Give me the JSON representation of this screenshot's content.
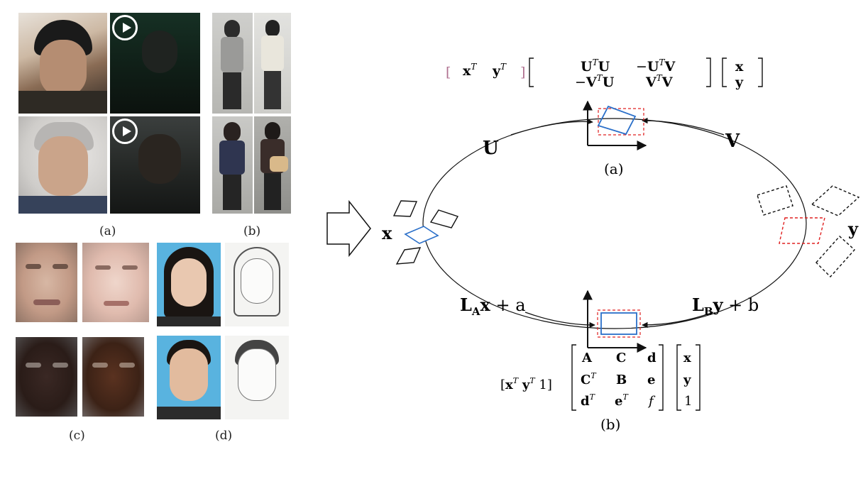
{
  "panels": {
    "a_caption": "(a)",
    "b_caption": "(b)",
    "c_caption": "(c)",
    "d_caption": "(d)"
  },
  "diagram": {
    "top_formula": {
      "vec_left": "[ x^T  y^T ]",
      "m11": "U^T U",
      "m12": "−U^T V",
      "m21": "−V^T U",
      "m22": "V^T V",
      "vec_right_1": "x",
      "vec_right_2": "y"
    },
    "left_arc_label": "U",
    "right_arc_label": "V",
    "left_var": "x",
    "right_var": "y",
    "bottom_left_label": "L_A x + a",
    "bottom_right_label": "L_B y + b",
    "top_caption": "(a)",
    "bottom_caption": "(b)",
    "bottom_formula": {
      "vec_left": "[x^T y^T 1]",
      "row1": [
        "A",
        "C",
        "d"
      ],
      "row2": [
        "C^T",
        "B",
        "e"
      ],
      "row3": [
        "d^T",
        "e^T",
        "f"
      ],
      "col": [
        "x",
        "y",
        "1"
      ]
    },
    "colors": {
      "blue": "#2a6fc9",
      "red": "#e02020",
      "black": "#111111"
    }
  }
}
